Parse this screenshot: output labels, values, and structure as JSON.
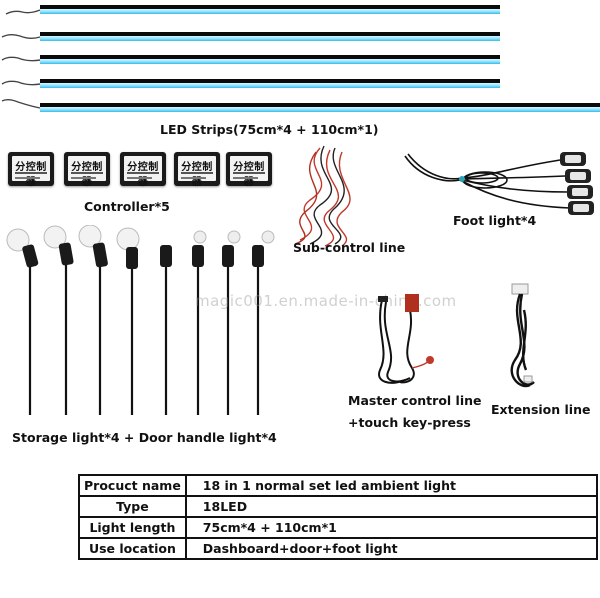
{
  "labels": {
    "led_strips": "LED Strips(75cm*4 + 110cm*1)",
    "controller": "Controller*5",
    "sub_control": "Sub-control line",
    "foot_light": "Foot light*4",
    "storage_door": "Storage light*4 + Door handle light*4",
    "master_line1": "Master control line",
    "master_line2": "+touch  key-press",
    "extension": "Extension line"
  },
  "controller_box_text": "分控制器",
  "watermark": "magic001.en.made-in-china.com",
  "spec_table": [
    {
      "key": "Procuct name",
      "value": "18 in 1 normal set led ambient light"
    },
    {
      "key": "Type",
      "value": "18LED"
    },
    {
      "key": "Light length",
      "value": "75cm*4 + 110cm*1"
    },
    {
      "key": "Use location",
      "value": "Dashboard+door+foot light"
    }
  ],
  "colors": {
    "strip_glow": "#8fe6ff",
    "strip_body": "#0a0a0a",
    "wire_red": "#c0392b"
  },
  "counts": {
    "strips": 5,
    "controllers": 5,
    "small_lights": 8,
    "foot_pods": 4
  }
}
